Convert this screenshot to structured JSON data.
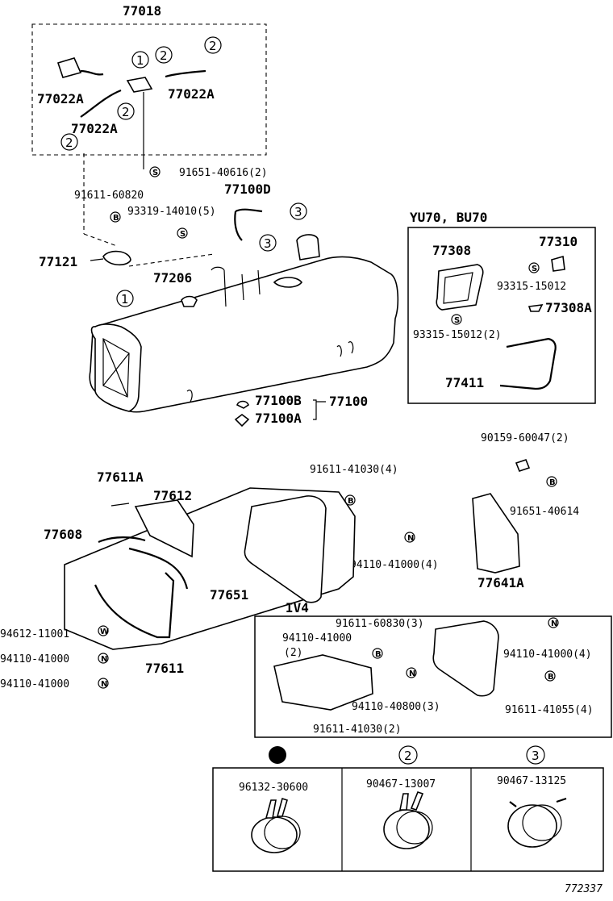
{
  "diagram": {
    "image_ref": "772337",
    "group_top": "77018",
    "variant_yu70": "YU70, BU70",
    "variant_iv4": "IV4",
    "circle_labels": {
      "one": "1",
      "two": "2",
      "three": "3"
    },
    "symbols": {
      "s": "S",
      "b": "B",
      "n": "N",
      "w": "W"
    },
    "parts": {
      "p77022A": "77022A",
      "p91651_40616": "91651-40616(2)",
      "p91611_60820": "91611-60820",
      "p77100D": "77100D",
      "p93319": "93319-14010(5)",
      "p77121": "77121",
      "p77206": "77206",
      "p77100B": "77100B",
      "p77100": "77100",
      "p77100A": "77100A",
      "p77308": "77308",
      "p77310": "77310",
      "p93315_15012": "93315-15012",
      "p77308A": "77308A",
      "p93315_15012_2": "93315-15012(2)",
      "p77411": "77411",
      "p90159": "90159-60047(2)",
      "p91651_40614": "91651-40614",
      "p77641A": "77641A",
      "p77611A": "77611A",
      "p77612": "77612",
      "p91611_41030_4": "91611-41030(4)",
      "p77608": "77608",
      "p94110_41000_4": "94110-41000(4)",
      "p77651": "77651",
      "p94612": "94612-11001",
      "p94110_41000": "94110-41000",
      "p77611": "77611",
      "p91611_60830": "91611-60830(3)",
      "p94110_41000_b": "94110-41000",
      "p_two": "(2)",
      "p94110_41000_4b": "94110-41000(4)",
      "p94110_40800": "94110-40800(3)",
      "p91611_41055": "91611-41055(4)",
      "p91611_41030_2": "91611-41030(2)",
      "p96132": "96132-30600",
      "p90467_13007": "90467-13007",
      "p90467_13125": "90467-13125"
    }
  }
}
